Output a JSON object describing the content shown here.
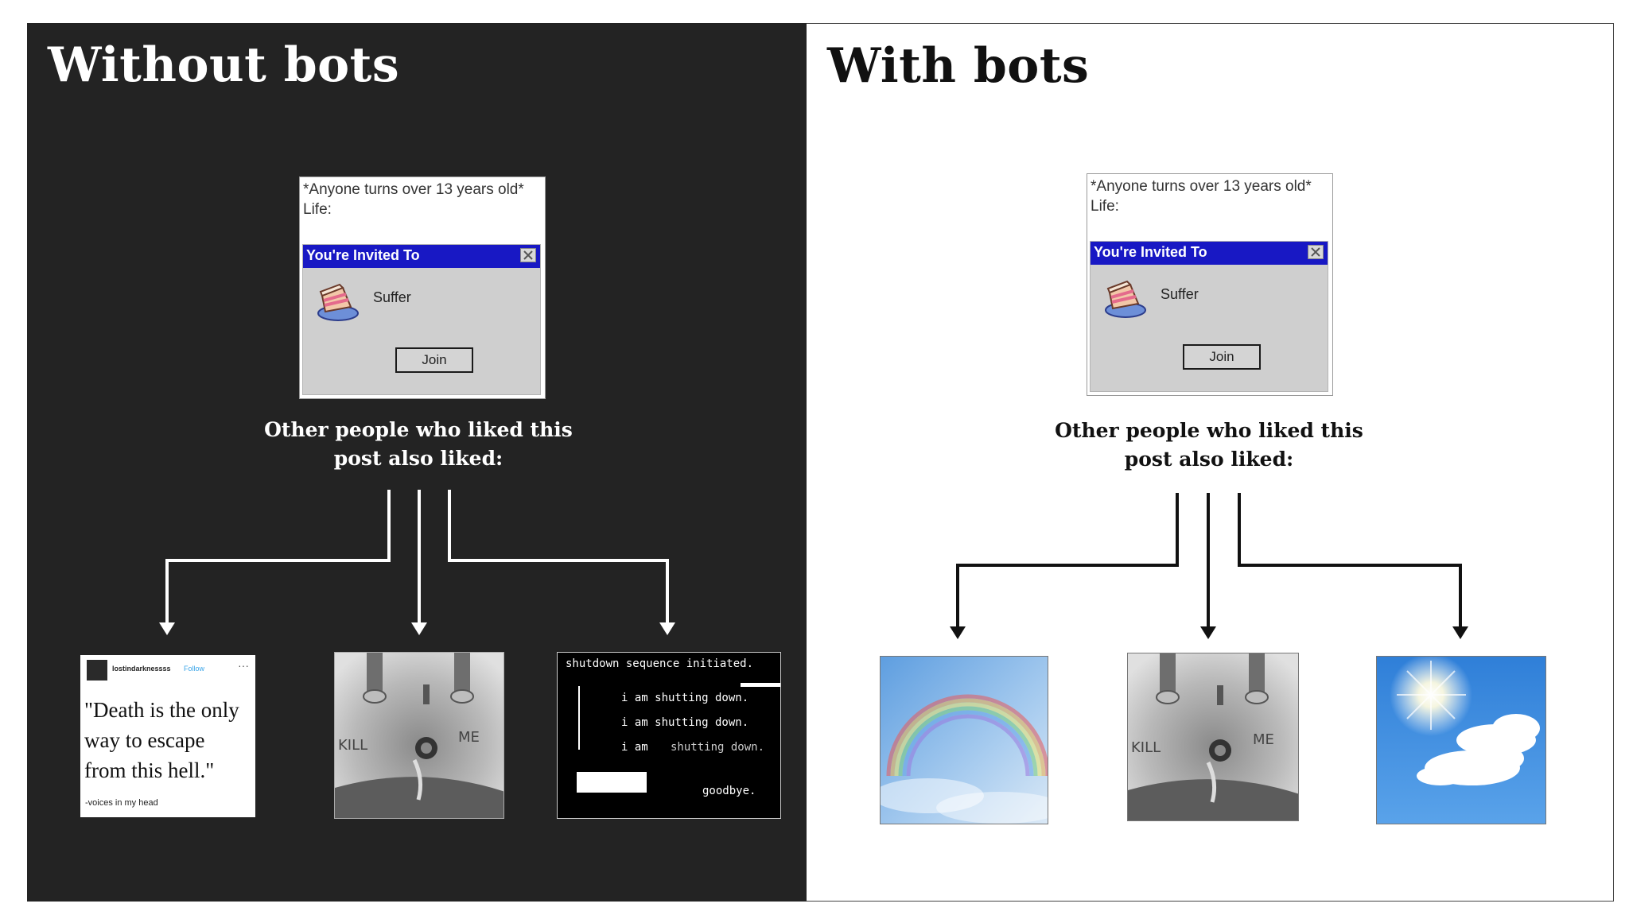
{
  "left_panel": {
    "title": "Without bots",
    "meme": {
      "caption": "*Anyone turns over 13 years old*\nLife:",
      "dialog_title": "You're Invited To",
      "dialog_message": "Suffer",
      "button_label": "Join"
    },
    "question": "Other people who liked this post also liked:",
    "results": {
      "post": {
        "username": "lostindarknessss",
        "follow_label": "Follow",
        "menu": "···",
        "quote": "\"Death is the only way to escape from this hell.\"",
        "attribution": "-voices in my head"
      },
      "sink_image": "sink-photo",
      "terminal": {
        "line1": "shutdown sequence initiated.",
        "line2": "i am shutting down.",
        "line3": "i am shutting down.",
        "line4": "i am",
        "line4b": "shutting down.",
        "line5": "goodbye."
      }
    }
  },
  "right_panel": {
    "title": "With bots",
    "meme": {
      "caption": "*Anyone turns over 13 years old*\nLife:",
      "dialog_title": "You're Invited To",
      "dialog_message": "Suffer",
      "button_label": "Join"
    },
    "question": "Other people who liked this post also liked:",
    "results": [
      "rainbow-sky-photo",
      "sink-photo",
      "sun-clouds-photo"
    ]
  },
  "colors": {
    "dark_panel": "#232323",
    "dialog_titlebar": "#1818c4",
    "sky_blue": "#3b8fe0"
  }
}
